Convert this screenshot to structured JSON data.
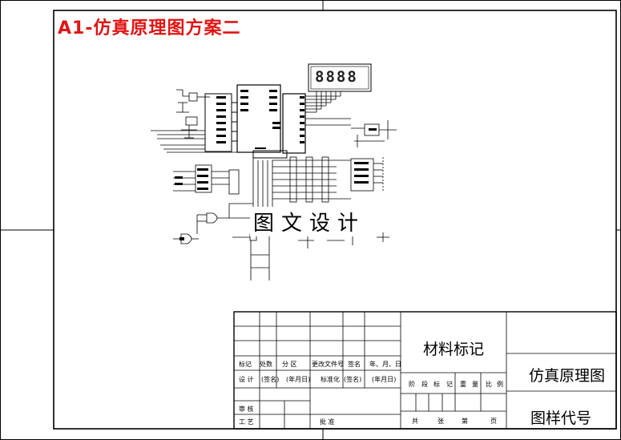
{
  "sheet_title": "A1-仿真原理图方案二",
  "watermark": "图文设计",
  "display": {
    "digits": "8888"
  },
  "title_block": {
    "material_label": "材料标记",
    "drawing_name": "仿真原理图",
    "drawing_code_label": "图样代号",
    "row_labels": [
      "标记",
      "处数",
      "分 区",
      "更改文件号",
      "签名",
      "年、月、日"
    ],
    "design_row": [
      "设 计",
      "(签名)",
      "(年月日)",
      "标准化",
      "(签名)",
      "(年月日)"
    ],
    "stage_labels": [
      "阶",
      "段",
      "标",
      "记",
      "重",
      "量",
      "比",
      "例"
    ],
    "review_label": "审 核",
    "process_label": "工 艺",
    "approve_label": "批 准",
    "sheet_labels": [
      "共",
      "张",
      "第",
      "页"
    ]
  }
}
